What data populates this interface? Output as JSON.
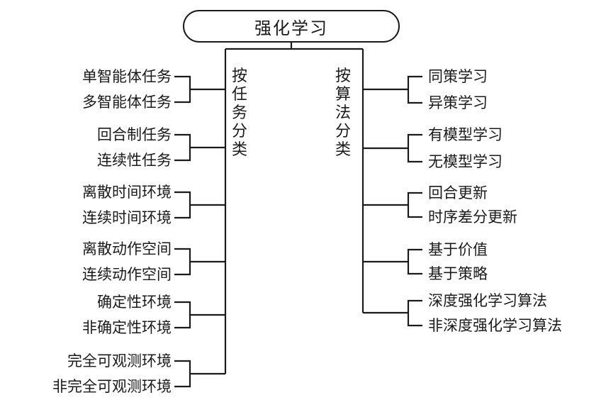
{
  "root": {
    "label": "强化学习"
  },
  "task_branch": {
    "label": "按任务分类",
    "groups": [
      [
        "单智能体任务",
        "多智能体任务"
      ],
      [
        "回合制任务",
        "连续性任务"
      ],
      [
        "离散时间环境",
        "连续时间环境"
      ],
      [
        "离散动作空间",
        "连续动作空间"
      ],
      [
        "确定性环境",
        "非确定性环境"
      ],
      [
        "完全可观测环境",
        "非完全可观测环境"
      ]
    ]
  },
  "algorithm_branch": {
    "label": "按算法分类",
    "groups": [
      [
        "同策学习",
        "异策学习"
      ],
      [
        "有模型学习",
        "无模型学习"
      ],
      [
        "回合更新",
        "时序差分更新"
      ],
      [
        "基于价值",
        "基于策略"
      ],
      [
        "深度强化学习算法",
        "非深度强化学习算法"
      ]
    ]
  }
}
